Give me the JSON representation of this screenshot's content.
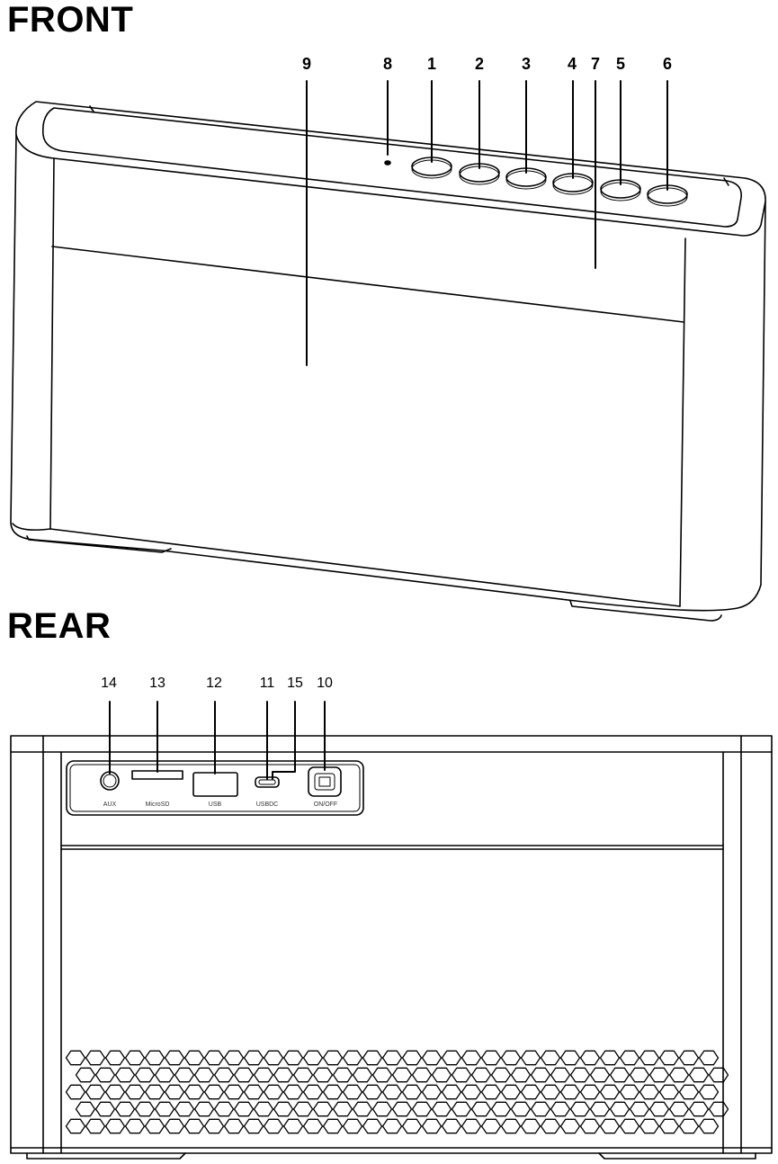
{
  "front": {
    "heading": "FRONT",
    "callouts": [
      "9",
      "8",
      "1",
      "2",
      "3",
      "4",
      "7",
      "5",
      "6"
    ]
  },
  "rear": {
    "heading": "REAR",
    "callouts": [
      "14",
      "13",
      "12",
      "11",
      "15",
      "10"
    ],
    "port_labels": [
      "AUX",
      "MicroSD",
      "USB",
      "USBDC",
      "ON/OFF"
    ]
  }
}
